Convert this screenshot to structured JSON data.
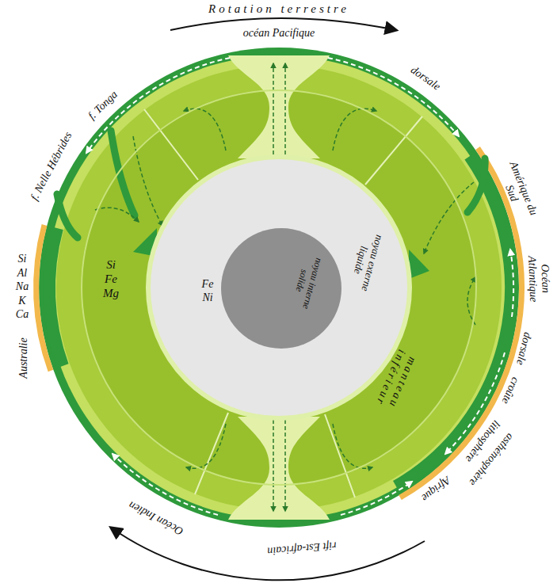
{
  "diagram": {
    "nodes": [
      {
        "text": [
          "Si Fe Mg",
          "manteau inférieur"
        ]
      },
      {
        "text": [
          "Fe Ni",
          "noyau externe liquide"
        ],
        "in": 0
      },
      {
        "text": [
          "noyau interne solide"
        ],
        "in": 1
      }
    ],
    "labels": [
      "Rotation terrestre",
      "océan Pacifique",
      "dorsale",
      "Amérique du Sud",
      "Océan Atlantique",
      "dorsale",
      "croûte",
      "lithosphère",
      "asthénosphère",
      "Afrique",
      "rift Est-africain",
      "Océan Indien",
      "Australie",
      "Si Al Na K Ca",
      "f. Nelle Hébrides",
      "f. Tonga"
    ]
  }
}
